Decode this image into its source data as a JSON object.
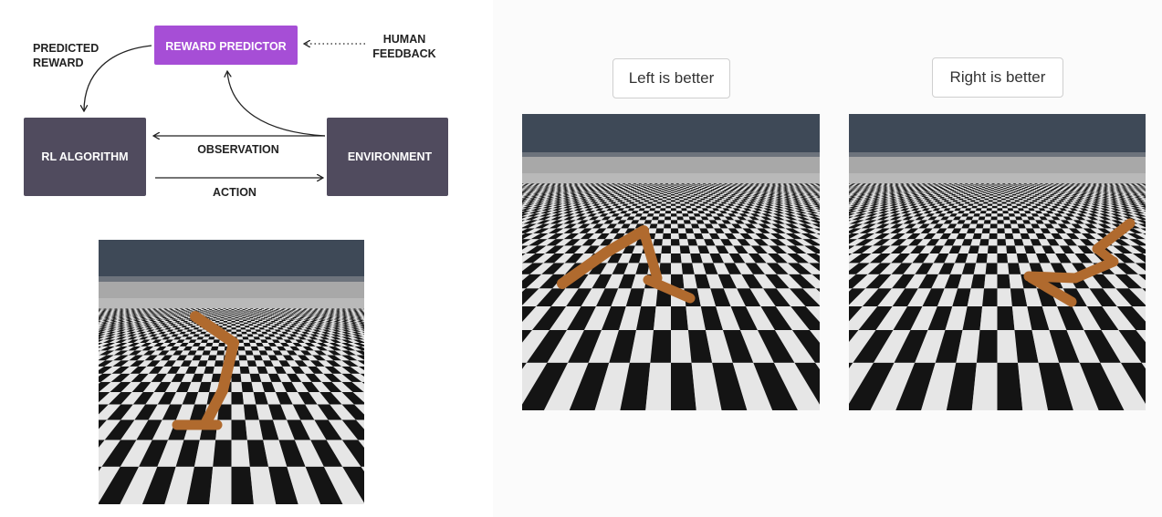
{
  "diagram": {
    "reward_predictor": "REWARD PREDICTOR",
    "human_feedback_line1": "HUMAN",
    "human_feedback_line2": "FEEDBACK",
    "predicted_reward_line1": "PREDICTED",
    "predicted_reward_line2": "REWARD",
    "rl_algorithm": "RL ALGORITHM",
    "environment": "ENVIRONMENT",
    "observation": "OBSERVATION",
    "action": "ACTION"
  },
  "comparison": {
    "left_button_label": "Left is better",
    "right_button_label": "Right is better"
  },
  "colors": {
    "reward_box": "#a64ed6",
    "dark_box": "#504b5e",
    "sky": "#3e4957",
    "robot": "#b06a2e",
    "checker_dark": "#111111",
    "checker_light": "#e8e8e8"
  }
}
